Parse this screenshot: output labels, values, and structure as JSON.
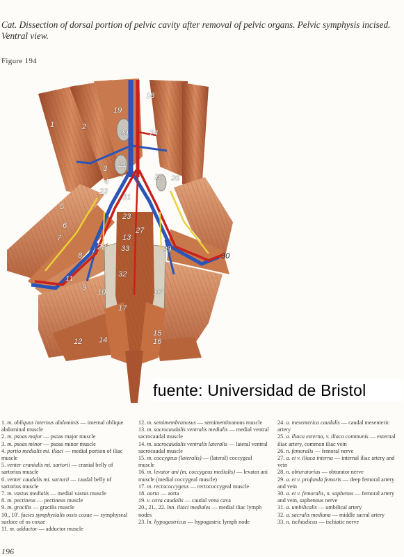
{
  "caption": "Cat. Dissection of dorsal portion of pelvic cavity after removal of pelvic organs. Pelvic symphysis incised. Ventral view.",
  "figure_label": "Figure 194",
  "watermark": "fuente: Universidad de Bristol",
  "page_number": "196",
  "colors": {
    "muscle": "#b9603a",
    "muscle_light": "#dc9a70",
    "artery": "#c8201c",
    "vein": "#2a55b8",
    "nerve": "#e8d23a",
    "bone": "#d8d0c0"
  },
  "plate_labels": [
    "1",
    "2",
    "3",
    "4",
    "5",
    "6",
    "7",
    "8",
    "9",
    "10",
    "10'",
    "11",
    "12",
    "13",
    "14",
    "15",
    "16",
    "17",
    "18",
    "19",
    "20",
    "21",
    "22",
    "23",
    "24",
    "25",
    "26",
    "27",
    "28",
    "29",
    "30",
    "31",
    "32",
    "33"
  ],
  "legend": {
    "col1": [
      {
        "n": "1.",
        "latin": "m. obliquus internus abdominis",
        "en": "— internal oblique abdominal muscle"
      },
      {
        "n": "2.",
        "latin": "m. psoas major",
        "en": "— psoas major muscle"
      },
      {
        "n": "3.",
        "latin": "m. psoas minor",
        "en": "— psoas minor muscle"
      },
      {
        "n": "4.",
        "latin": "portio medialis mi. iliaci",
        "en": "— medial portion of iliac muscle"
      },
      {
        "n": "5.",
        "latin": "venter cranialis mi. sartorii",
        "en": "— cranial belly of sartorius muscle"
      },
      {
        "n": "6.",
        "latin": "venter caudalis mi. sartorii",
        "en": "— caudal belly of sartorius muscle"
      },
      {
        "n": "7.",
        "latin": "m. vastus medialis",
        "en": "— medial vastus muscle"
      },
      {
        "n": "8.",
        "latin": "m. pectineus",
        "en": "— pectineus muscle"
      },
      {
        "n": "9.",
        "latin": "m. gracilis",
        "en": "— gracilis muscle"
      },
      {
        "n": "10., 10'.",
        "latin": "facies symphysialis ossis coxae",
        "en": "— symphyseal surface of os coxae"
      },
      {
        "n": "11.",
        "latin": "m. adductor",
        "en": "— adductor muscle"
      }
    ],
    "col2": [
      {
        "n": "12.",
        "latin": "m. semimembranosus",
        "en": "— semimembranous muscle"
      },
      {
        "n": "13.",
        "latin": "m. sacrocaudalis ventralis medialis",
        "en": "— medial ventral sacrocaudal muscle"
      },
      {
        "n": "14.",
        "latin": "m. sacrocaudalis ventralis lateralis",
        "en": "— lateral ventral sacrocaudal muscle"
      },
      {
        "n": "15.",
        "latin": "m. coccygeus (lateralis)",
        "en": "— (lateral) coccygeal muscle"
      },
      {
        "n": "16.",
        "latin": "m. levator ani (m. coccygeus medialis)",
        "en": "— levator ani muscle (medial coccygeal muscle)"
      },
      {
        "n": "17.",
        "latin": "m. rectococcygeus",
        "en": "— rectococcygeal muscle"
      },
      {
        "n": "18.",
        "latin": "aorta",
        "en": "— aorta"
      },
      {
        "n": "19.",
        "latin": "v. cava caudalis",
        "en": "— caudal vena cava"
      },
      {
        "n": "20., 21., 22.",
        "latin": "lnn. iliaci mediales",
        "en": "— medial iliac lymph nodes"
      },
      {
        "n": "23.",
        "latin": "ln. hypogastricus",
        "en": "— hypogastric lymph node"
      }
    ],
    "col3": [
      {
        "n": "24.",
        "latin": "a. mesenterica caudalis",
        "en": "— caudal mesenteric artery"
      },
      {
        "n": "25.",
        "latin": "a. iliaca externa, v. iliaca communis",
        "en": "— external iliac artery, common iliac vein"
      },
      {
        "n": "26.",
        "latin": "n. femoralis",
        "en": "— femoral nerve"
      },
      {
        "n": "27.",
        "latin": "a. et v. iliaca interna",
        "en": "— internal iliac artery and vein"
      },
      {
        "n": "28.",
        "latin": "n. obturatorius",
        "en": "— obturator nerve"
      },
      {
        "n": "29.",
        "latin": "a. et v. profunda femoris",
        "en": "— deep femoral artery and vein"
      },
      {
        "n": "30.",
        "latin": "a. et v. femoralis, n. saphenus",
        "en": "— femoral artery and vein, saphenous nerve"
      },
      {
        "n": "31.",
        "latin": "a. umbilicalis",
        "en": "— umbilical artery"
      },
      {
        "n": "32.",
        "latin": "a. sacralis mediana",
        "en": "— middle sacral artery"
      },
      {
        "n": "33.",
        "latin": "n. ischiadicus",
        "en": "— ischiatic nerve"
      }
    ]
  }
}
